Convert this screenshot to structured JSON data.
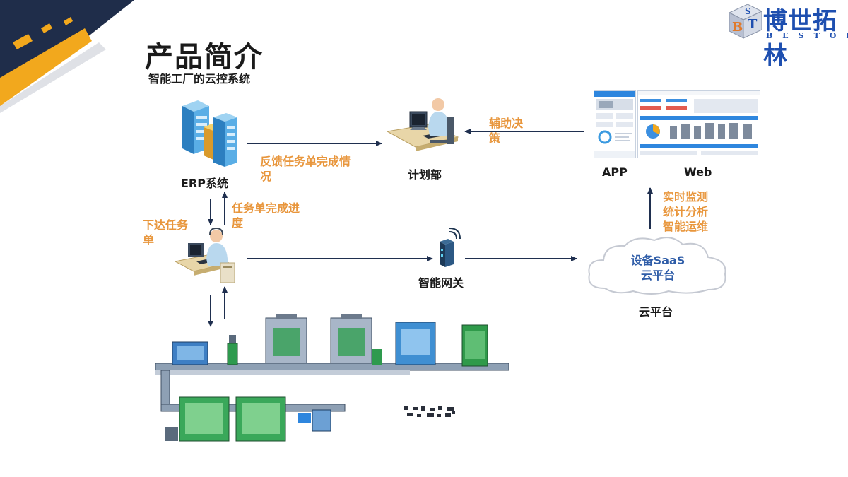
{
  "header": {
    "title": "产品简介",
    "subtitle": "智能工厂的云控系统"
  },
  "logo": {
    "text": "博世拓林",
    "letters": "BESTOL",
    "mark": "BT"
  },
  "nodes": {
    "erp": "ERP系统",
    "plan": "计划部",
    "gateway": "智能网关",
    "app": "APP",
    "web": "Web",
    "cloud_line1": "设备SaaS",
    "cloud_line2": "云平台",
    "cloud_label": "云平台"
  },
  "flows": {
    "feedback_l1": "反馈任务单完成情",
    "feedback_l2": "况",
    "assist_l1": "辅助决",
    "assist_l2": "策",
    "progress_l1": "任务单完成进",
    "progress_l2": "度",
    "issue_l1": "下达任务",
    "issue_l2": "单",
    "monitor_l1": "实时监测",
    "monitor_l2": "统计分析",
    "monitor_l3": "智能运维"
  },
  "colors": {
    "accent_orange": "#e8963c",
    "arrow_navy": "#1f2f4f",
    "brand_blue": "#1e4fb0",
    "cloud_text": "#2f5da8"
  }
}
